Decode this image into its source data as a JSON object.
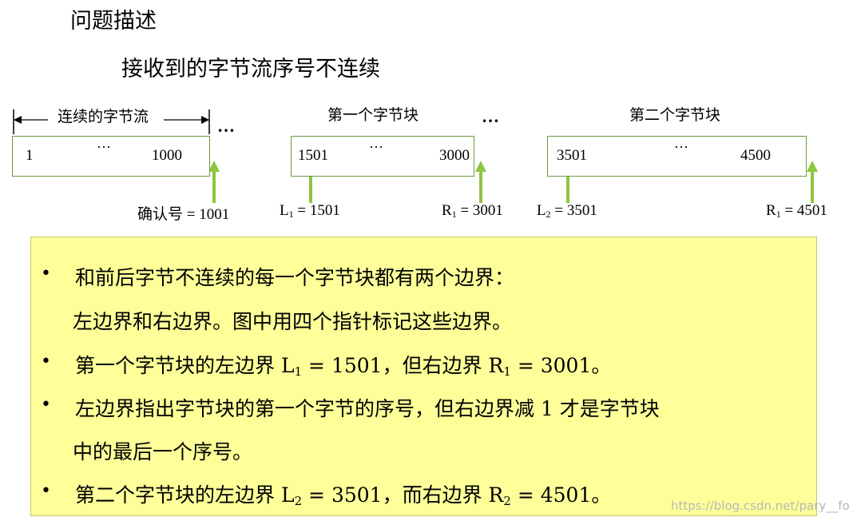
{
  "title": "问题描述",
  "subtitle": "接收到的字节流序号不连续",
  "segments": {
    "continuous": {
      "label": "连续的字节流",
      "start": "1",
      "dots": "…",
      "end": "1000"
    },
    "block1": {
      "label": "第一个字节块",
      "start": "1501",
      "dots": "…",
      "end": "3000"
    },
    "block2": {
      "label": "第二个字节块",
      "start": "3501",
      "dots": "…",
      "end": "4500"
    },
    "gap_dots_1": "…",
    "gap_dots_2": "…"
  },
  "pointers": {
    "ack": {
      "prefix": "确认号",
      "suffix": " = 1001"
    },
    "L1": {
      "letter": "L",
      "sub": "1",
      "suffix": " = 1501"
    },
    "R1a": {
      "letter": "R",
      "sub": "1",
      "suffix": " = 3001"
    },
    "L2": {
      "letter": "L",
      "sub": "2",
      "suffix": " = 3501"
    },
    "R1b": {
      "letter": "R",
      "sub": "1",
      "suffix": " = 4501"
    }
  },
  "notes": {
    "bullet": "•",
    "line1": "和前后字节不连续的每一个字节块都有两个边界：",
    "line2": "左边界和右边界。图中用四个指针标记这些边界。",
    "line3a": "第一个字节块的左边界 L",
    "line3sub1": "1",
    "line3b": " = 1501，但右边界 R",
    "line3sub2": "1",
    "line3c": " = 3001。",
    "line4": "左边界指出字节块的第一个字节的序号，但右边界减 1 才是字节块",
    "line5": "中的最后一个序号。",
    "line6a": "第二个字节块的左边界 L",
    "line6sub1": "2",
    "line6b": " = 3501，而右边界 R",
    "line6sub2": "2",
    "line6c": " = 4501。"
  },
  "colors": {
    "arrow": "#8dc63f",
    "box_border": "#6a9a3a",
    "note_bg": "#ffff99"
  },
  "watermark": "https://blog.csdn.net/pary__for"
}
